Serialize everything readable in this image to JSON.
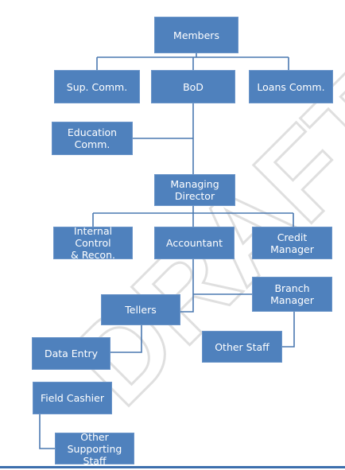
{
  "watermark": {
    "text": "DRAFT",
    "color": "#d9d9d9"
  },
  "colors": {
    "box_fill": "#4f81bd",
    "box_text": "#ffffff",
    "connector": "#4a78b0",
    "rule": "#3d6fad"
  },
  "nodes": {
    "members": "Members",
    "sup_comm": "Sup. Comm.",
    "bod": "BoD",
    "loans_comm": "Loans Comm.",
    "education_comm": "Education\nComm.",
    "managing_director": "Managing\nDirector",
    "internal_control": "Internal Control\n& Recon.",
    "accountant": "Accountant",
    "credit_manager": "Credit Manager",
    "branch_manager": "Branch\nManager",
    "tellers": "Tellers",
    "other_staff": "Other Staff",
    "data_entry": "Data Entry",
    "field_cashier": "Field Cashier",
    "other_supporting_staff": "Other\nSupporting Staff"
  }
}
